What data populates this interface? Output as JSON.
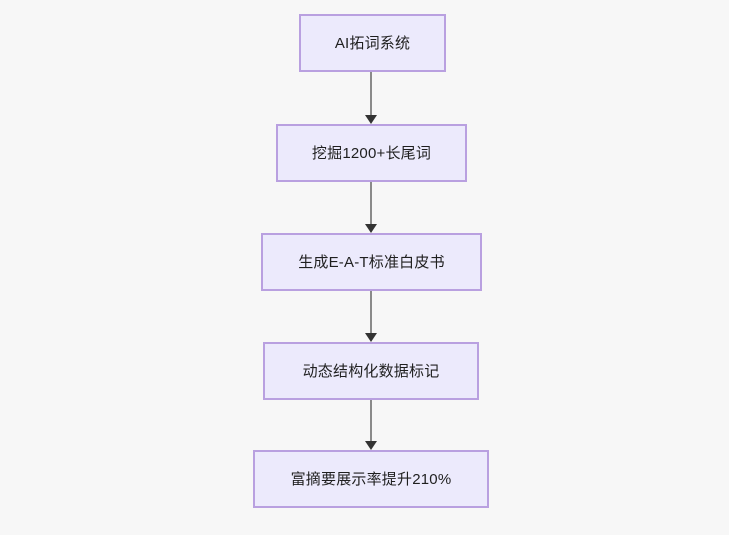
{
  "diagram": {
    "type": "flowchart",
    "direction": "top-to-bottom",
    "background_color": "#f7f7f7",
    "node_fill_color": "#eceafc",
    "node_border_color": "#b9a0e0",
    "node_text_color": "#1f1f1f",
    "edge_line_color": "#8a8a8a",
    "edge_arrow_color": "#333333",
    "nodes": [
      {
        "id": "n1",
        "label": "AI拓词系统"
      },
      {
        "id": "n2",
        "label": "挖掘1200+长尾词"
      },
      {
        "id": "n3",
        "label": "生成E-A-T标准白皮书"
      },
      {
        "id": "n4",
        "label": "动态结构化数据标记"
      },
      {
        "id": "n5",
        "label": "富摘要展示率提升210%"
      }
    ],
    "edges": [
      {
        "from": "n1",
        "to": "n2"
      },
      {
        "from": "n2",
        "to": "n3"
      },
      {
        "from": "n3",
        "to": "n4"
      },
      {
        "from": "n4",
        "to": "n5"
      }
    ]
  }
}
